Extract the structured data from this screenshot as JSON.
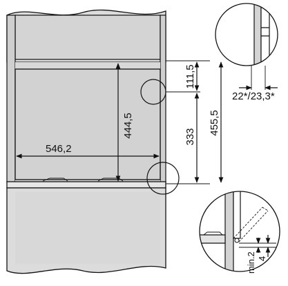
{
  "dimensions": {
    "niche_width": "546,2",
    "niche_height": "444,5",
    "top_gap": "111,5",
    "door_height": "333",
    "overall_height": "455,5",
    "panel_thickness": "22*/23,3*",
    "min_label": "min.2",
    "four": "4"
  }
}
